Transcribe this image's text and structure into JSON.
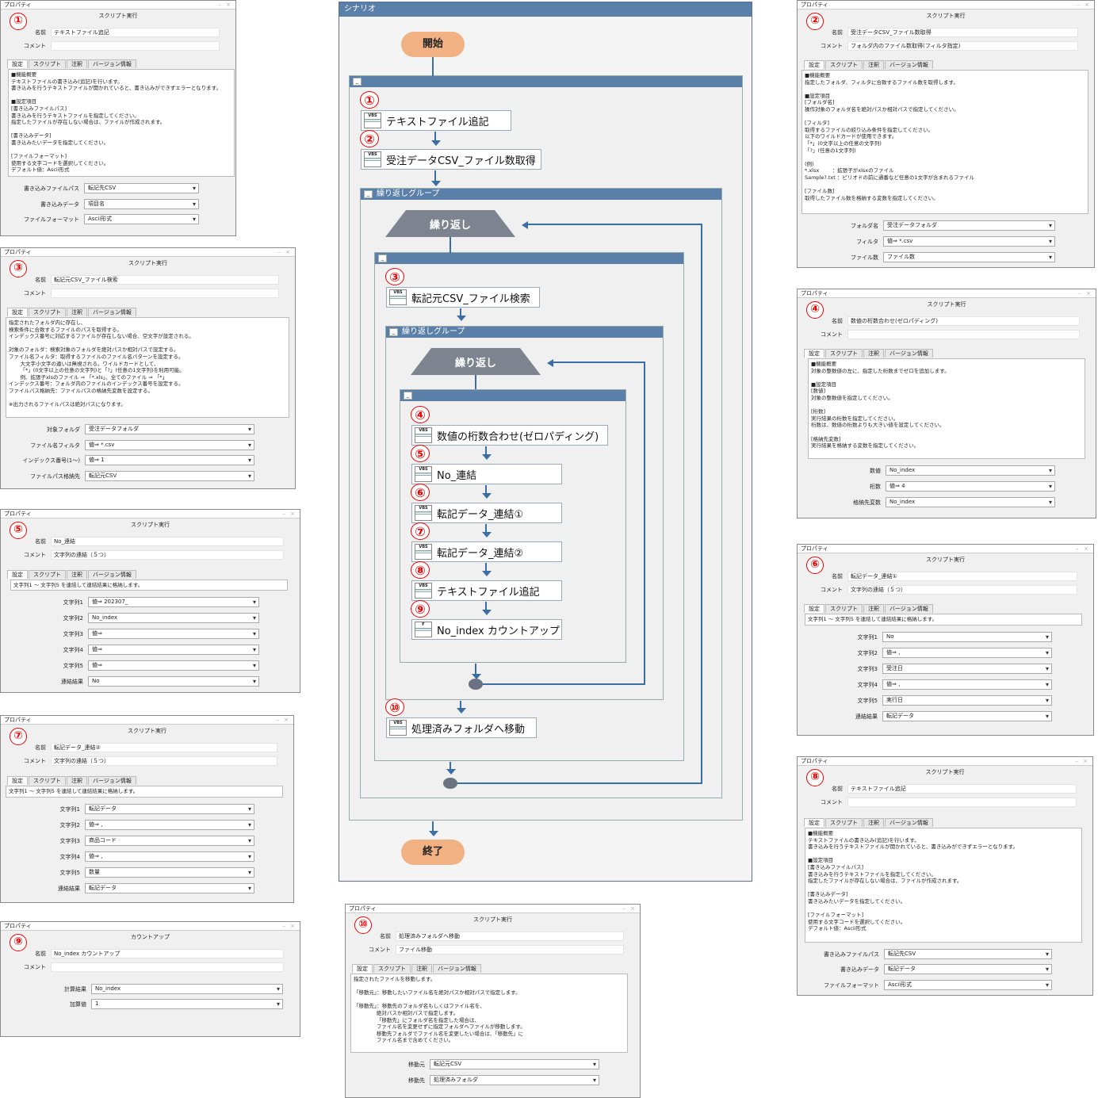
{
  "panel_title": "プロパティ",
  "script_exec": "スクリプト実行",
  "countup_head": "カウントアップ",
  "lbl_name": "名前",
  "lbl_comment": "コメント",
  "tabs": [
    "設定",
    "スクリプト",
    "注釈",
    "バージョン情報"
  ],
  "p1": {
    "badge": "①",
    "name": "テキストファイル追記",
    "comment": "",
    "desc": "■機能概要\nテキストファイルの書き込み(追記)を行います。\n書き込みを行うテキストファイルが開かれていると、書き込みができずエラーとなります。\n\n■設定項目\n[書き込みファイルパス]\n書き込みを行うテキストファイルを指定してください。\n指定したファイルが存在しない場合は、ファイルが作成されます。\n\n[書き込みデータ]\n書き込みたいデータを指定してください。\n\n[ファイルフォーマット]\n使用する文字コードを選択してください。\nデフォルト値：Ascii形式",
    "fields": [
      {
        "label": "書き込みファイルパス",
        "value": "転記先CSV"
      },
      {
        "label": "書き込みデータ",
        "value": "項目名"
      },
      {
        "label": "ファイルフォーマット",
        "value": "Ascii形式"
      }
    ]
  },
  "p2": {
    "badge": "②",
    "name": "受注データCSV_ファイル数取得",
    "comment": "フォルダ内のファイル数取得(フィルタ指定)",
    "desc": "■機能概要\n指定したフォルダ、フィルタに合致するファイル数を取得します。\n\n■設定項目\n[フォルダ名]\n操作対象のフォルダ名を絶対パスか相対パスで指定してください。\n\n[フィルタ]\n取得するファイルの絞り込み条件を指定してください。\n以下のワイルドカードが使用できます。\n「*」(0文字以上の任意の文字列)\n「?」(任意の1文字列)\n\n(例)\n*.xlsx        ：拡張子がxlsxのファイル\nSample?.txt ：ピリオドの前に通番など任意の1文字が含まれるファイル\n\n[ファイル数]\n取得したファイル数を格納する変数を指定してください。",
    "fields": [
      {
        "label": "フォルダ名",
        "value": "受注データフォルダ"
      },
      {
        "label": "フィルタ",
        "value": "値⇒ *.csv"
      },
      {
        "label": "ファイル数",
        "value": "ファイル数"
      }
    ]
  },
  "p3": {
    "badge": "③",
    "name": "転記元CSV_ファイル検索",
    "comment": "",
    "desc": "指定されたフォルダ内に存在し、\n検索条件に合致するファイルのパスを取得する。\nインデックス番号に対応するファイルが存在しない場合、空文字が設定される。\n\n対象のフォルダ：検索対象のフォルダを絶対パスか相対パスで設定する。\nファイル名フィルタ：取得するファイルのファイル名パターンを設定する。\n       大文字小文字の違いは無視される。ワイルドカードとして、\n       「*」(0文字以上の任意の文字列)と「?」(任意の1文字列)を利用可能。\n       例、拡張子xlsのファイル ⇒ 「*.xls」、全てのファイル ⇒ 「*」\nインデックス番号：フォルダ内のファイルのインデックス番号を設定する。\nファイルパス格納先：ファイルパスの格納先変数を設定する。\n\n※出力されるファイルパスは絶対パスになります。",
    "fields": [
      {
        "label": "対象フォルダ",
        "value": "受注データフォルダ"
      },
      {
        "label": "ファイル名フィルタ",
        "value": "値⇒ *.csv"
      },
      {
        "label": "インデックス番号(1〜)",
        "value": "値⇒ 1"
      },
      {
        "label": "ファイルパス格納先",
        "value": "転記元CSV"
      }
    ]
  },
  "p4": {
    "badge": "④",
    "name": "数値の桁数合わせ(ゼロパディング)",
    "comment": "",
    "desc": "■機能概要\n対象の整数値の左に、指定した桁数までゼロを追加します。\n\n■設定項目\n[数値]\n対象の整数値を指定してください。\n\n[桁数]\n実行結果の桁数を指定してください。\n桁数は、数値の桁数よりも大きい値を設定してください。\n\n[格納先変数]\n実行結果を格納する変数を指定してください。",
    "fields": [
      {
        "label": "数値",
        "value": "No_index"
      },
      {
        "label": "桁数",
        "value": "値⇒ 4"
      },
      {
        "label": "格納先変数",
        "value": "No_index"
      }
    ]
  },
  "p5": {
    "badge": "⑤",
    "name": "No_連結",
    "comment": "文字列の連結（５つ）",
    "desc": "文字列1 〜 文字列5 を連結して連結結果に格納します。",
    "fields": [
      {
        "label": "文字列1",
        "value": "値⇒ 202307_"
      },
      {
        "label": "文字列2",
        "value": "No_index"
      },
      {
        "label": "文字列3",
        "value": "値⇒"
      },
      {
        "label": "文字列4",
        "value": "値⇒"
      },
      {
        "label": "文字列5",
        "value": "値⇒"
      },
      {
        "label": "連結結果",
        "value": "No"
      }
    ]
  },
  "p6": {
    "badge": "⑥",
    "name": "転記データ_連結①",
    "comment": "文字列の連結（５つ）",
    "desc": "文字列1 〜 文字列5 を連結して連結結果に格納します。",
    "fields": [
      {
        "label": "文字列1",
        "value": "No"
      },
      {
        "label": "文字列2",
        "value": "値⇒ ,"
      },
      {
        "label": "文字列3",
        "value": "受注日"
      },
      {
        "label": "文字列4",
        "value": "値⇒ ,"
      },
      {
        "label": "文字列5",
        "value": "実行日"
      },
      {
        "label": "連結結果",
        "value": "転記データ"
      }
    ]
  },
  "p7": {
    "badge": "⑦",
    "name": "転記データ_連結②",
    "comment": "文字列の連結（５つ）",
    "desc": "文字列1 〜 文字列5 を連結して連結結果に格納します。",
    "fields": [
      {
        "label": "文字列1",
        "value": "転記データ"
      },
      {
        "label": "文字列2",
        "value": "値⇒ ,"
      },
      {
        "label": "文字列3",
        "value": "商品コード"
      },
      {
        "label": "文字列4",
        "value": "値⇒ ,"
      },
      {
        "label": "文字列5",
        "value": "数量"
      },
      {
        "label": "連結結果",
        "value": "転記データ"
      }
    ]
  },
  "p8": {
    "badge": "⑧",
    "name": "テキストファイル追記",
    "comment": "",
    "desc": "■機能概要\nテキストファイルの書き込み(追記)を行います。\n書き込みを行うテキストファイルが開かれていると、書き込みができずエラーとなります。\n\n■設定項目\n[書き込みファイルパス]\n書き込みを行うテキストファイルを指定してください。\n指定したファイルが存在しない場合は、ファイルが作成されます。\n\n[書き込みデータ]\n書き込みたいデータを指定してください。\n\n[ファイルフォーマット]\n使用する文字コードを選択してください。\nデフォルト値：Ascii形式",
    "fields": [
      {
        "label": "書き込みファイルパス",
        "value": "転記先CSV"
      },
      {
        "label": "書き込みデータ",
        "value": "転記データ"
      },
      {
        "label": "ファイルフォーマット",
        "value": "Ascii形式"
      }
    ]
  },
  "p9": {
    "badge": "⑨",
    "name": "No_index カウントアップ",
    "comment": "",
    "fields": [
      {
        "label": "計算結果",
        "value": "No_index"
      },
      {
        "label": "加算値",
        "value": "1"
      }
    ]
  },
  "p10": {
    "badge": "⑩",
    "name": "処理済みフォルダへ移動",
    "comment": "ファイル移動",
    "desc": "指定されたファイルを移動します。\n\n「移動元」：移動したいファイル名を絶対パスか相対パスで指定します。\n\n「移動先」：移動先のフォルダ名もしくはファイル名を、\n              絶対パスか相対パスで指定します。\n              「移動先」にフォルダ名を指定した場合は、\n              ファイル名を変更せずに指定フォルダへファイルが移動します。\n              移動先フォルダでファイル名を変更したい場合は、「移動先」に\n              ファイル名まで含めてください。",
    "fields": [
      {
        "label": "移動元",
        "value": "転記元CSV"
      },
      {
        "label": "移動先",
        "value": "処理済みフォルダ"
      }
    ]
  },
  "scenario": {
    "title": "シナリオ",
    "start": "開始",
    "end": "終了",
    "loop": "繰り返し",
    "group": "繰り返しグループ",
    "nodes": [
      "テキストファイル追記",
      "受注データCSV_ファイル数取得",
      "転記元CSV_ファイル検索",
      "数値の桁数合わせ(ゼロパディング)",
      "No_連結",
      "転記データ_連結①",
      "転記データ_連結②",
      "テキストファイル追記",
      "No_index カウントアップ",
      "処理済みフォルダへ移動"
    ],
    "badges": [
      "①",
      "②",
      "③",
      "④",
      "⑤",
      "⑥",
      "⑦",
      "⑧",
      "⑨",
      "⑩"
    ],
    "vbs": "VBS",
    "calc_icon": "F"
  }
}
